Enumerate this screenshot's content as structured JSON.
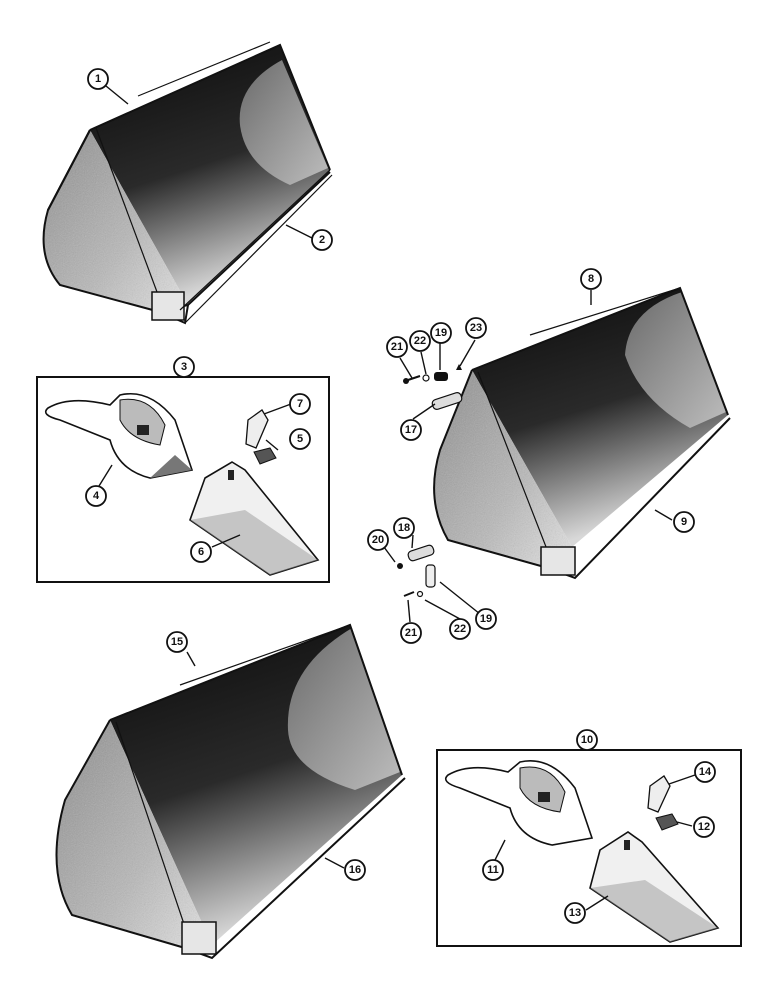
{
  "callouts": {
    "c1": "1",
    "c2": "2",
    "c3": "3",
    "c4": "4",
    "c5": "5",
    "c6": "6",
    "c7": "7",
    "c8": "8",
    "c9": "9",
    "c10": "10",
    "c11": "11",
    "c12": "12",
    "c13": "13",
    "c14": "14",
    "c15": "15",
    "c16": "16",
    "c17": "17",
    "c18": "18",
    "c19a": "19",
    "c19b": "19",
    "c20": "20",
    "c21a": "21",
    "c21b": "21",
    "c22a": "22",
    "c22b": "22",
    "c23": "23"
  },
  "colors": {
    "ink": "#111111",
    "paper": "#ffffff"
  }
}
